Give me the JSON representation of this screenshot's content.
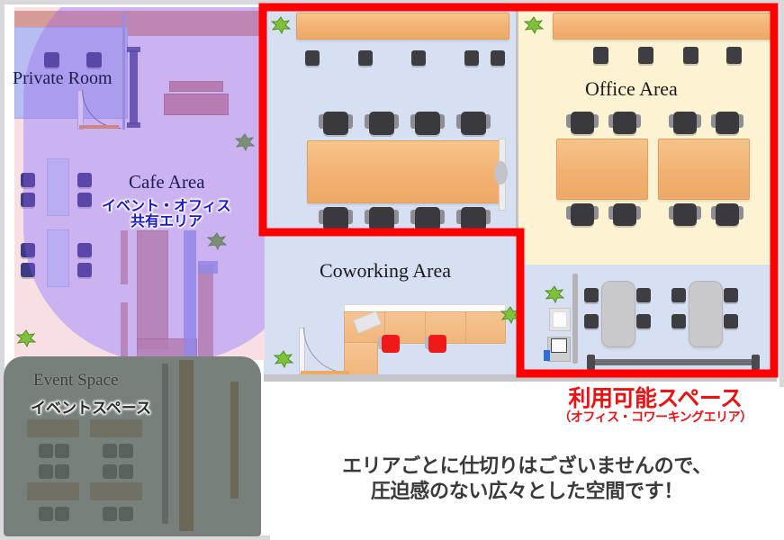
{
  "plan": {
    "title_visible": false,
    "areas": [
      {
        "id": "private-room",
        "label_en": "Private Room",
        "label_jp": "",
        "state": "available"
      },
      {
        "id": "cafe-area",
        "label_en": "Cafe Area",
        "label_jp": "イベント・オフィス\n共有エリア",
        "state": "shared"
      },
      {
        "id": "office-area",
        "label_en": "Office Area",
        "label_jp": "",
        "state": "highlighted"
      },
      {
        "id": "coworking-area",
        "label_en": "Coworking Area",
        "label_jp": "",
        "state": "highlighted"
      },
      {
        "id": "event-space",
        "label_en": "Event Space",
        "label_jp": "イベントスペース",
        "state": "dimmed"
      }
    ],
    "labels": {
      "private_room": "Private Room",
      "cafe_area_en": "Cafe Area",
      "cafe_area_jp_line1": "イベント・オフィス",
      "cafe_area_jp_line2": "共有エリア",
      "office_area_en": "Office Area",
      "coworking_area_en": "Coworking Area",
      "event_space_en": "Event Space",
      "event_space_jp": "イベントスペース"
    }
  },
  "callout": {
    "headline": "利用可能スペース",
    "subline": "（オフィス・コワーキングエリア）",
    "color": "#ee1111"
  },
  "caption": {
    "line1": "エリアごとに仕切りはございませんので、",
    "line2": "圧迫感のない広々とした空間です！",
    "color": "#3a3a3a"
  },
  "colors": {
    "highlight_outline": "#ff0000",
    "coworking_floor": "#d7e0f2",
    "office_floor": "#fdf2d2",
    "cafe_floor": "#b08ce8",
    "private_room_floor": "#b7bdf0",
    "event_space_floor": "#6d7671",
    "desk_wood": "#f2b173",
    "chair_dark": "#3e3e42",
    "accent_red_chair": "#ee1a1a"
  },
  "furniture": {
    "coworking_long_table_chairs": 9,
    "coworking_counter_chairs": 5,
    "office_desks": 2,
    "office_desk_chairs": 8,
    "office_counter_chairs": 4,
    "meeting_tables": 2,
    "meeting_chairs": 8,
    "private_room_chairs": 2,
    "cafe_tables": 2,
    "cafe_chairs": 8,
    "event_tables": 4,
    "event_chairs": 12,
    "sofa_sections": 5,
    "red_armchairs": 2,
    "plants": 6,
    "printer": 1,
    "copier": 1
  }
}
